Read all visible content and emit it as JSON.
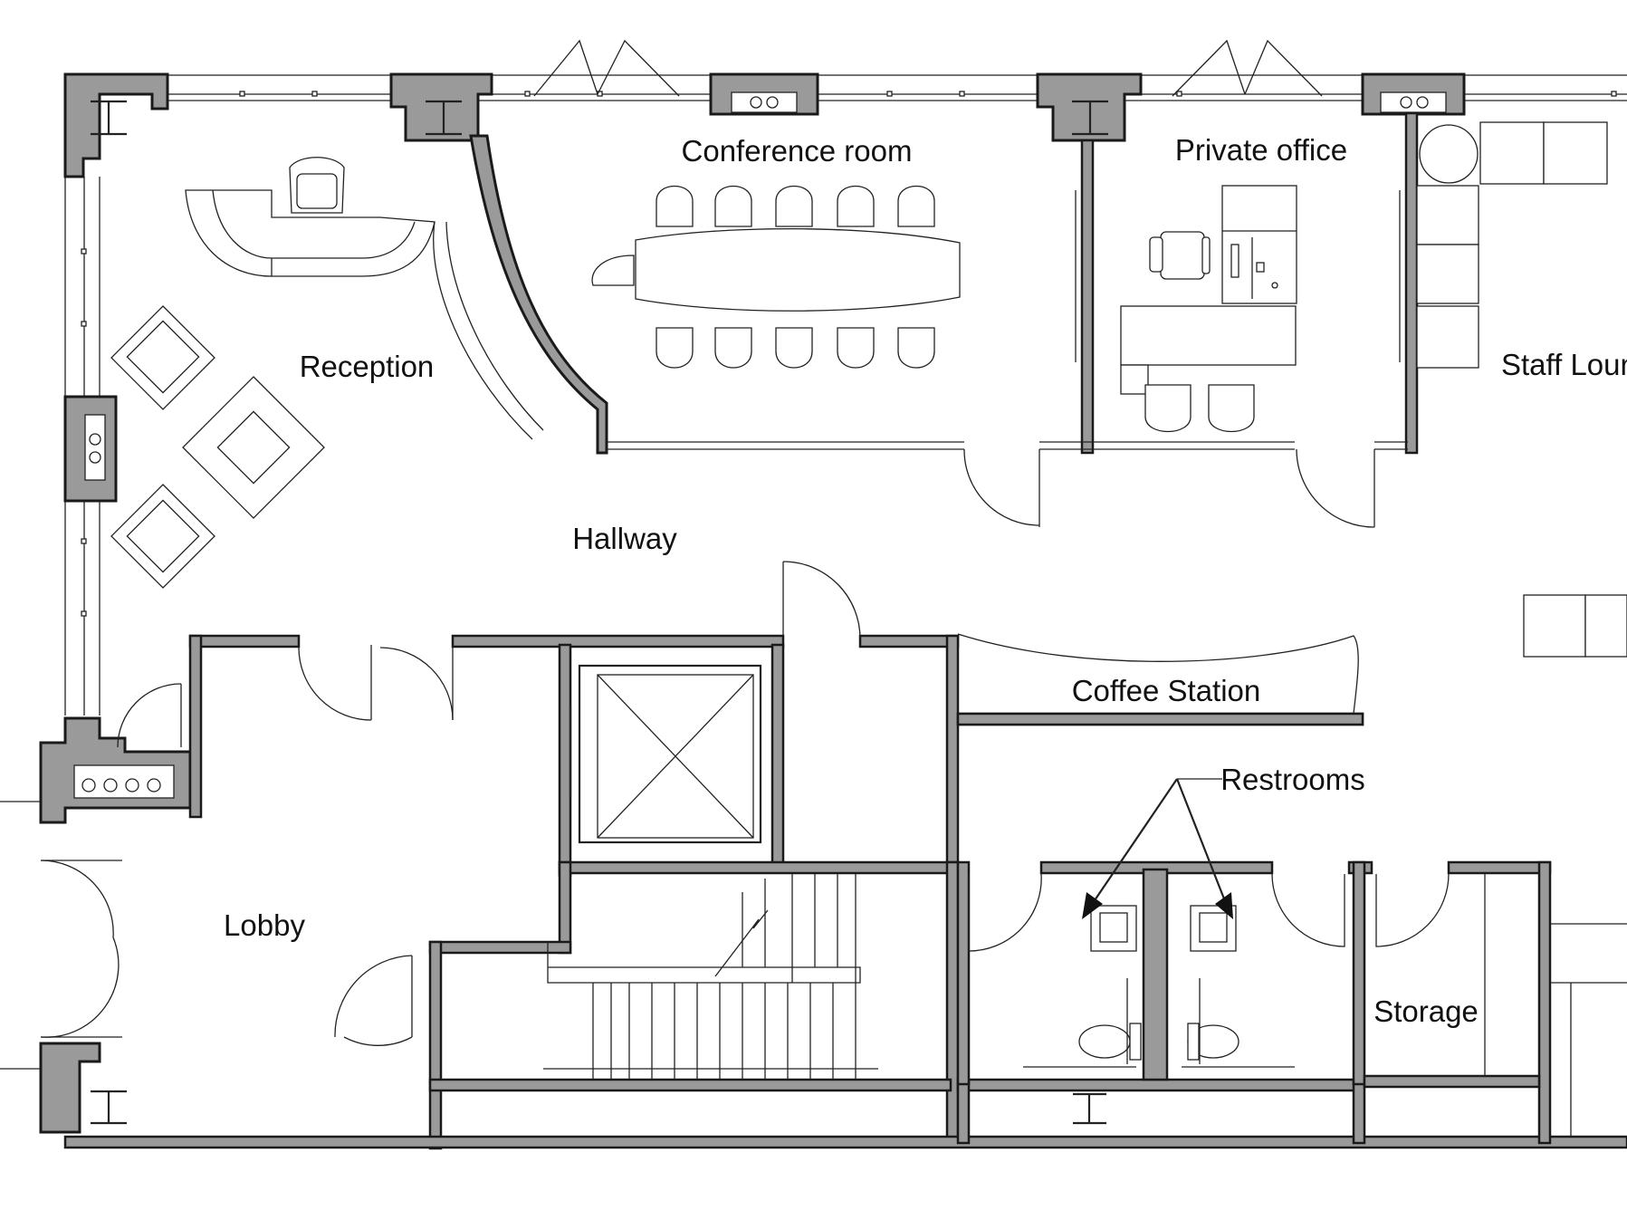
{
  "rooms": {
    "conference": "Conference room",
    "private_office": "Private office",
    "staff_lounge": "Staff Loun",
    "reception": "Reception",
    "hallway": "Hallway",
    "coffee": "Coffee Station",
    "restrooms": "Restrooms",
    "lobby": "Lobby",
    "storage": "Storage"
  }
}
